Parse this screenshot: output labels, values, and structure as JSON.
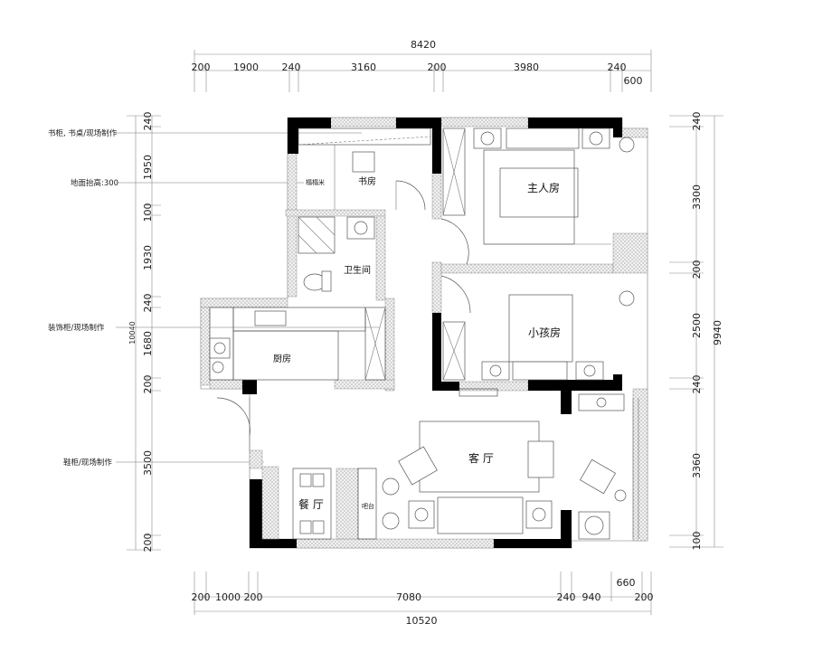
{
  "dimensions": {
    "top_total": "8420",
    "top_segments": [
      "200",
      "1900",
      "240",
      "3160",
      "200",
      "3980",
      "240"
    ],
    "top_extra": "600",
    "bottom_segments": [
      "200",
      "1000",
      "200",
      "7080",
      "240",
      "940",
      "200"
    ],
    "bottom_extra": "660",
    "bottom_total": "10520",
    "left_segments": [
      "240",
      "1950",
      "100",
      "1930",
      "240",
      "1680",
      "200",
      "3500",
      "200"
    ],
    "left_total": "10040",
    "right_segments": [
      "240",
      "3300",
      "200",
      "2500",
      "240",
      "3360",
      "100"
    ],
    "right_total": "9940"
  },
  "rooms": {
    "study": "书房",
    "master_bedroom": "主人房",
    "bathroom": "卫生间",
    "kids_room": "小孩房",
    "kitchen": "厨房",
    "living_room": "客 厅",
    "dining_room": "餐 厅",
    "bar": "吧台",
    "tatami": "榻榻米"
  },
  "notes": [
    "书柜, 书桌/现场制作",
    "地面抬高:300",
    "装饰柜/现场制作",
    "鞋柜/现场制作"
  ],
  "colors": {
    "wall": "#000000",
    "line": "#555555",
    "dimension": "#888888"
  }
}
